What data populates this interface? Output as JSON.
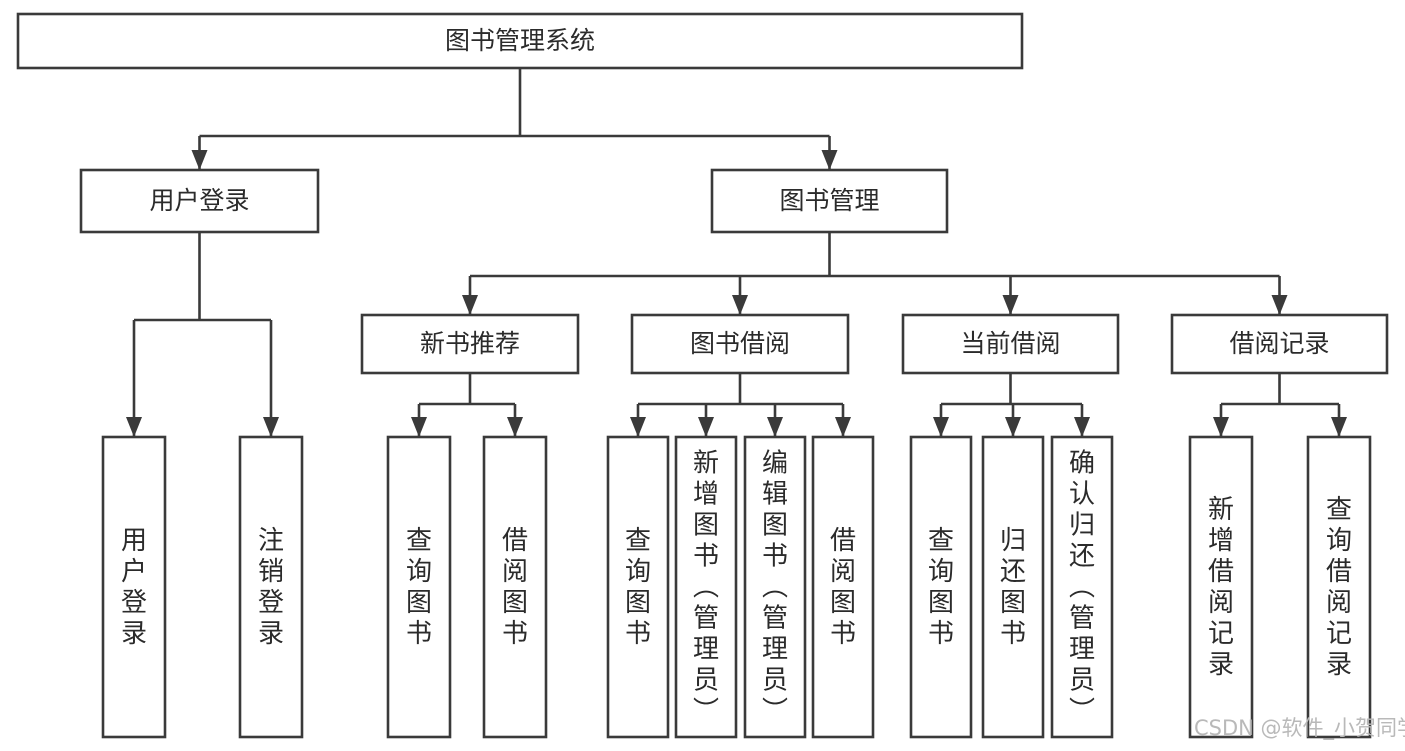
{
  "diagram": {
    "title": "图书管理系统",
    "type": "tree",
    "watermark": "CSDN @软件_小贺同学",
    "colors": {
      "stroke": "#3a3a3a",
      "fill": "#ffffff",
      "text": "#2b2b2b",
      "watermark": "#b9b9b9"
    },
    "root": {
      "id": "root",
      "label": "图书管理系统"
    },
    "level2": [
      {
        "id": "user-login",
        "label": "用户登录"
      },
      {
        "id": "book-management",
        "label": "图书管理"
      }
    ],
    "level3": [
      {
        "id": "new-book-recommend",
        "label": "新书推荐",
        "parent": "book-management"
      },
      {
        "id": "book-borrow",
        "label": "图书借阅",
        "parent": "book-management"
      },
      {
        "id": "current-borrow",
        "label": "当前借阅",
        "parent": "book-management"
      },
      {
        "id": "borrow-record",
        "label": "借阅记录",
        "parent": "book-management"
      }
    ],
    "leaves": [
      {
        "id": "leaf-user-login",
        "label": "用户登录",
        "parent": "user-login"
      },
      {
        "id": "leaf-logout-login",
        "label": "注销登录",
        "parent": "user-login"
      },
      {
        "id": "leaf-query-book-1",
        "label": "查询图书",
        "parent": "new-book-recommend"
      },
      {
        "id": "leaf-borrow-book-1",
        "label": "借阅图书",
        "parent": "new-book-recommend"
      },
      {
        "id": "leaf-query-book-2",
        "label": "查询图书",
        "parent": "book-borrow"
      },
      {
        "id": "leaf-add-book-admin",
        "label": "新增图书（管理员）",
        "parent": "book-borrow"
      },
      {
        "id": "leaf-edit-book-admin",
        "label": "编辑图书（管理员）",
        "parent": "book-borrow"
      },
      {
        "id": "leaf-borrow-book-2",
        "label": "借阅图书",
        "parent": "book-borrow"
      },
      {
        "id": "leaf-query-book-3",
        "label": "查询图书",
        "parent": "current-borrow"
      },
      {
        "id": "leaf-return-book",
        "label": "归还图书",
        "parent": "current-borrow"
      },
      {
        "id": "leaf-confirm-return-admin",
        "label": "确认归还（管理员）",
        "parent": "current-borrow"
      },
      {
        "id": "leaf-add-borrow-record",
        "label": "新增借阅记录",
        "parent": "borrow-record"
      },
      {
        "id": "leaf-query-borrow-record",
        "label": "查询借阅记录",
        "parent": "borrow-record"
      }
    ]
  }
}
